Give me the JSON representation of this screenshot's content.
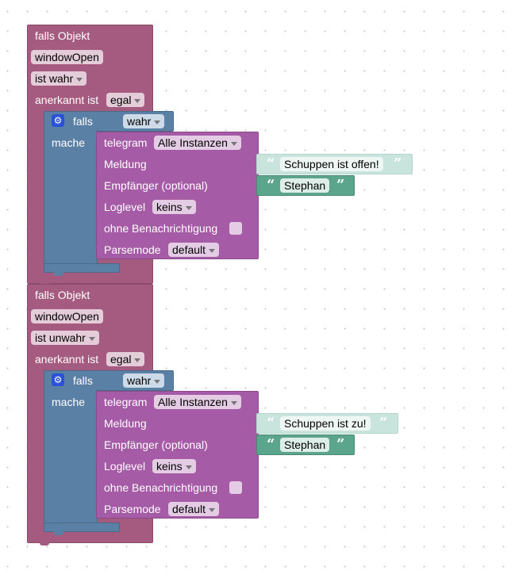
{
  "blocks": [
    {
      "header": "falls Objekt",
      "object": "windowOpen",
      "condition": "ist wahr",
      "ack_label": "anerkannt ist",
      "ack_value": "egal",
      "if_label": "falls",
      "if_value": "wahr",
      "do_label": "mache",
      "telegram": {
        "label": "telegram",
        "instance": "Alle Instanzen",
        "message_label": "Meldung",
        "message": "Schuppen ist offen!",
        "recipient_label": "Empfänger (optional)",
        "recipient": "Stephan",
        "loglevel_label": "Loglevel",
        "loglevel": "keins",
        "silent_label": "ohne Benachrichtigung",
        "parsemode_label": "Parsemode",
        "parsemode": "default"
      }
    },
    {
      "header": "falls Objekt",
      "object": "windowOpen",
      "condition": "ist unwahr",
      "ack_label": "anerkannt ist",
      "ack_value": "egal",
      "if_label": "falls",
      "if_value": "wahr",
      "do_label": "mache",
      "telegram": {
        "label": "telegram",
        "instance": "Alle Instanzen",
        "message_label": "Meldung",
        "message": "Schuppen ist zu!",
        "recipient_label": "Empfänger (optional)",
        "recipient": "Stephan",
        "loglevel_label": "Loglevel",
        "loglevel": "keins",
        "silent_label": "ohne Benachrichtigung",
        "parsemode_label": "Parsemode",
        "parsemode": "default"
      }
    }
  ],
  "icons": {
    "gear": "gear-icon",
    "dropdown": "chevron-down-icon",
    "quote_open": "“",
    "quote_close": "”"
  },
  "colors": {
    "object_block": "#a55b80",
    "control_block": "#5b80a5",
    "telegram_block": "#a55ba5",
    "text_block": "#5ba58c"
  }
}
